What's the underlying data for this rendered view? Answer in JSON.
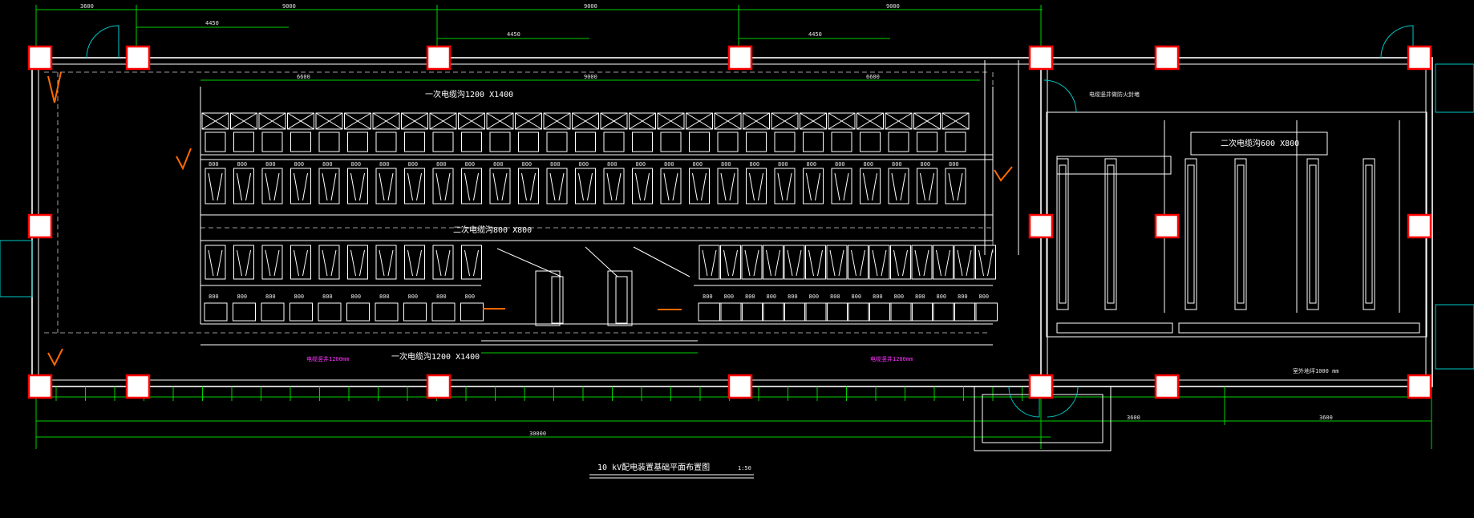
{
  "drawing": {
    "title": "10 kV配电装置基础平面布置图",
    "scale": "1:50"
  },
  "labels": {
    "cable_trench_top": "一次电缆沟1200 X1400",
    "cable_trench_mid": "二次电缆沟800 X800",
    "cable_trench_bot": "一次电缆沟1200 X1400",
    "cable_trench_right": "二次电缆沟600 X800",
    "fire_protection": "电缆竖井做防火封堵",
    "magenta_note_left": "电缆竖井1200mm",
    "magenta_note_right": "电缆竖井1200mm",
    "floor_note": "室外地坪1000 mm"
  },
  "dimensions": {
    "top": [
      "3600",
      "9000",
      "9000",
      "9000"
    ],
    "top_sub": [
      "4450",
      "4450",
      "4450"
    ],
    "mid_top": [
      "6600",
      "9000",
      "6600"
    ],
    "bottom_total": "30000",
    "bottom_right": [
      "3600",
      "3600"
    ],
    "module_width": "800"
  },
  "colors": {
    "background": "#000000",
    "lines": "#ffffff",
    "dimension": "#00d000",
    "doors": "#00c8c8",
    "column": "#ff0000",
    "mark": "#ff6a00",
    "note": "#ff33ff"
  },
  "icons": {
    "column": "column-icon",
    "door": "door-swing-icon",
    "mark": "checkmark-icon"
  }
}
